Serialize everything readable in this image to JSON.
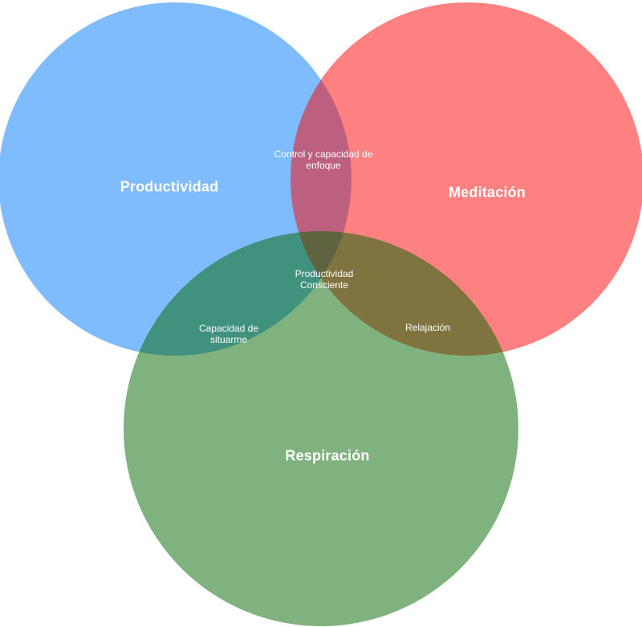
{
  "diagram": {
    "type": "venn",
    "background": "#ffffff",
    "label_text_color": "#ffffff",
    "sets": [
      {
        "id": "productividad",
        "label": "Productividad",
        "base_color": "#0079fb",
        "display_color": "#7dbcfd",
        "opacity": "0.5"
      },
      {
        "id": "meditacion",
        "label": "Meditación",
        "base_color": "#fb0303",
        "display_color": "#fd8181",
        "opacity": "0.5"
      },
      {
        "id": "respiracion",
        "label": "Respiración",
        "base_color": "#016500",
        "display_color": "#80b27d",
        "opacity": "0.5"
      }
    ],
    "intersections": [
      {
        "id": "productividad-meditacion",
        "label": "Control y capacidad de enfoque",
        "display_color": "#b55e85"
      },
      {
        "id": "productividad-respiracion",
        "label": "Capacidad de situarme",
        "display_color": "#41947f"
      },
      {
        "id": "meditacion-respiracion",
        "label": "Relajación",
        "display_color": "#7e7340"
      },
      {
        "id": "center-all",
        "label": "Productividad Consciente",
        "display_color": "#5c6140"
      }
    ]
  }
}
